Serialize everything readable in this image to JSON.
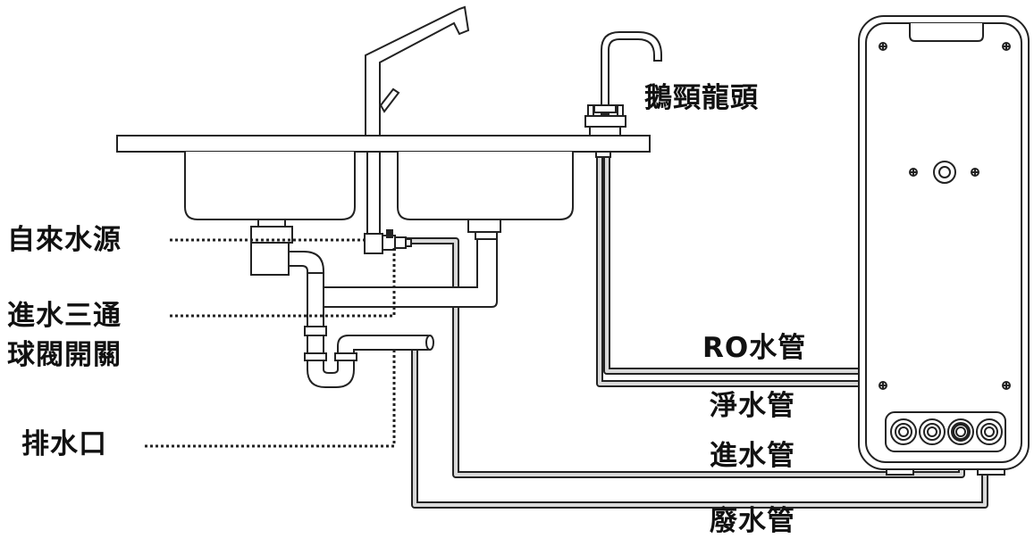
{
  "labels": {
    "gooseneck_faucet": "鵝頸龍頭",
    "tap_water_source": "自來水源",
    "inlet_tee_line1": "進水三通",
    "inlet_tee_line2": "球閥開關",
    "drain_outlet": "排水口",
    "ro_tube": "RO水管",
    "pure_water_tube": "淨水管",
    "inlet_tube": "進水管",
    "waste_water_tube": "廢水管"
  },
  "colors": {
    "line": "#222222",
    "tube_fill": "#d9d9d9",
    "background": "#ffffff"
  }
}
